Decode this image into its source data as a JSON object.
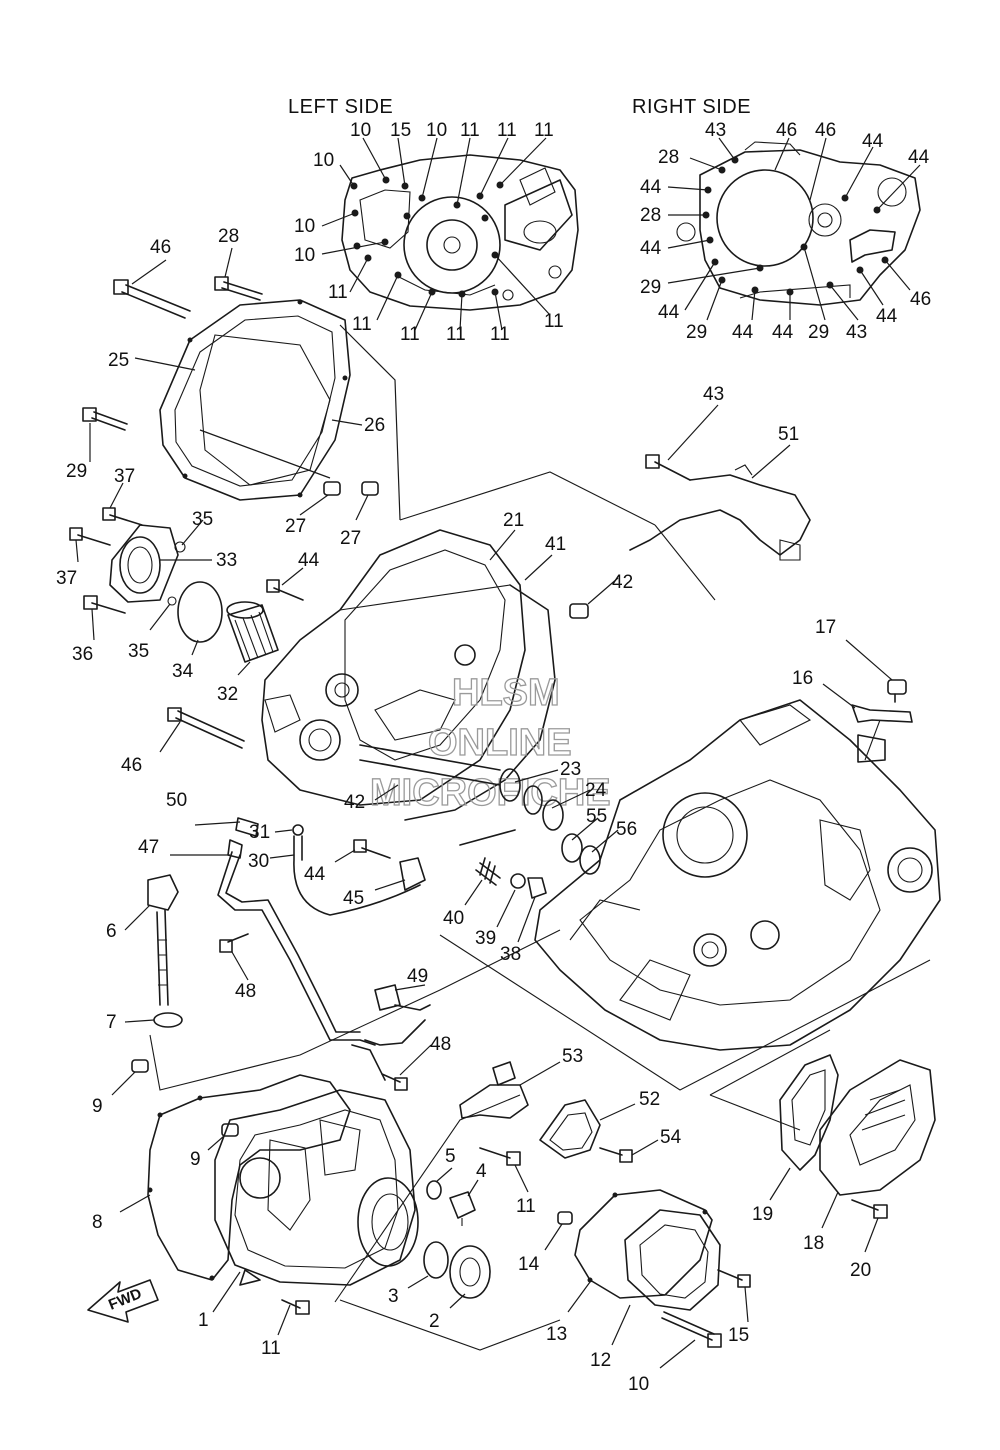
{
  "headings": {
    "left_side": "LEFT SIDE",
    "right_side": "RIGHT SIDE"
  },
  "watermark": {
    "line1": "HLSM",
    "line2": "ONLINE",
    "line3": "MICROFICHE"
  },
  "fwd_arrow": {
    "label": "FWD"
  },
  "callouts": {
    "c1": "1",
    "c2": "2",
    "c3": "3",
    "c4": "4",
    "c5": "5",
    "c6": "6",
    "c7": "7",
    "c8": "8",
    "c9a": "9",
    "c9b": "9",
    "c10_main": "10",
    "c11a": "11",
    "c11b": "11",
    "c12": "12",
    "c13": "13",
    "c14": "14",
    "c15": "15",
    "c16": "16",
    "c17": "17",
    "c18": "18",
    "c19": "19",
    "c20": "20",
    "c21": "21",
    "c23": "23",
    "c24": "24",
    "c25": "25",
    "c26": "26",
    "c27a": "27",
    "c27b": "27",
    "c28": "28",
    "c29": "29",
    "c30": "30",
    "c31": "31",
    "c32": "32",
    "c33": "33",
    "c34": "34",
    "c35a": "35",
    "c35b": "35",
    "c36": "36",
    "c37a": "37",
    "c37b": "37",
    "c38": "38",
    "c39": "39",
    "c40": "40",
    "c41": "41",
    "c42a": "42",
    "c42b": "42",
    "c43": "43",
    "c44a": "44",
    "c44b": "44",
    "c45": "45",
    "c46a": "46",
    "c46b": "46",
    "c47": "47",
    "c48a": "48",
    "c48b": "48",
    "c49": "49",
    "c50": "50",
    "c51": "51",
    "c52": "52",
    "c53": "53",
    "c54": "54",
    "c55": "55",
    "c56": "56"
  },
  "left_side_callouts": {
    "t1": "10",
    "t2": "15",
    "t3": "10",
    "t4": "11",
    "t5": "11",
    "t6": "11",
    "l1": "10",
    "l2": "10",
    "l3": "10",
    "l4": "11",
    "b1": "11",
    "b2": "11",
    "b3": "11",
    "b4": "11",
    "r1": "11"
  },
  "right_side_callouts": {
    "t1": "43",
    "t2": "46",
    "t3": "46",
    "t4": "44",
    "t5": "44",
    "l1": "28",
    "l2": "44",
    "l3": "28",
    "l4": "44",
    "l5": "29",
    "l6": "44",
    "b1": "29",
    "b2": "44",
    "b3": "44",
    "b4": "29",
    "b5": "43",
    "r1": "44",
    "r2": "46"
  }
}
